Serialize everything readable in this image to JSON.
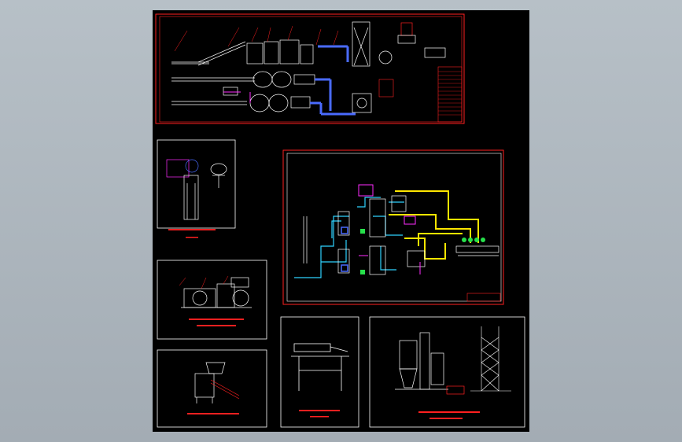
{
  "viewer": {
    "title": "",
    "background_color": "#a9b2ba",
    "canvas_color": "#000000"
  },
  "colors": {
    "frame": "#ff2020",
    "white": "#ffffff",
    "cyan": "#2fd3ff",
    "blue": "#4a6bff",
    "yellow": "#ffe600",
    "magenta": "#ff2cff",
    "green": "#26e04a"
  },
  "sheets": [
    {
      "id": "main-layout",
      "title_block": "",
      "caption": ""
    },
    {
      "id": "elevation-detail-1",
      "caption": ""
    },
    {
      "id": "process-flow-diagram",
      "title_block": ""
    },
    {
      "id": "elevation-detail-2",
      "caption": ""
    },
    {
      "id": "conveyor-detail",
      "caption": ""
    },
    {
      "id": "support-frame-detail",
      "caption": ""
    },
    {
      "id": "tower-detail",
      "caption": ""
    }
  ]
}
